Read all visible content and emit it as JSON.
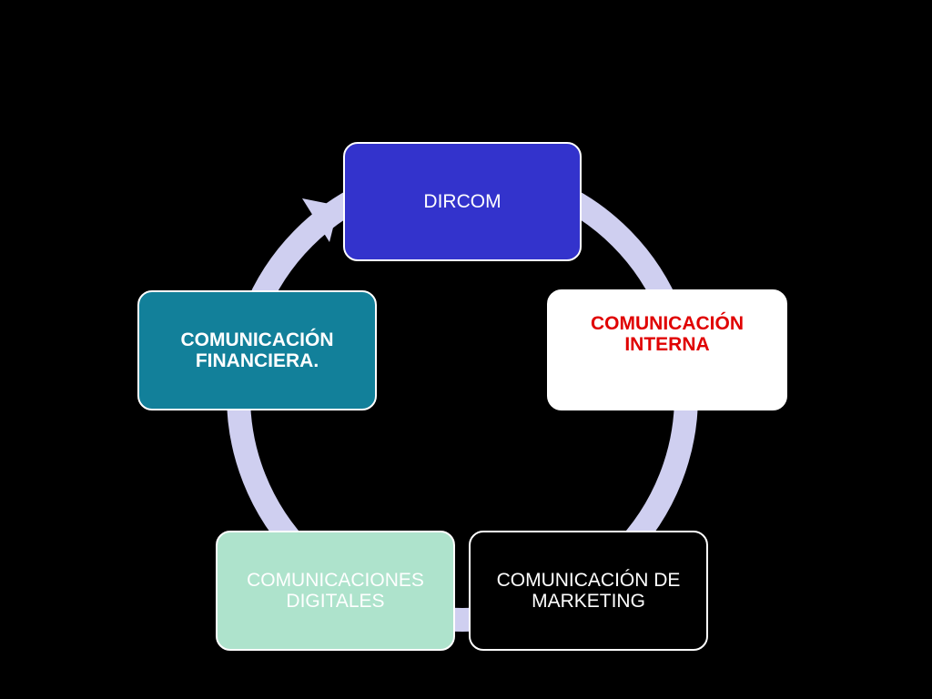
{
  "diagram": {
    "type": "cycle",
    "colors": {
      "background": "#000000",
      "ring": "#cfcff0",
      "border": "#ffffff"
    },
    "nodes": [
      {
        "id": "dircom",
        "label": "DIRCOM",
        "fill": "#3333cc",
        "text_color": "#ffffff"
      },
      {
        "id": "interna",
        "label": "COMUNICACIÓN INTERNA",
        "fill": "#ffffff",
        "text_color": "#e00000"
      },
      {
        "id": "marketing",
        "label": "COMUNICACIÓN DE MARKETING",
        "fill": "#000000",
        "text_color": "#ffffff"
      },
      {
        "id": "digitales",
        "label": "COMUNICACIONES DIGITALES",
        "fill": "#aee3cc",
        "text_color": "#ffffff"
      },
      {
        "id": "financiera",
        "label": "COMUNICACIÓN FINANCIERA.",
        "fill": "#12809a",
        "text_color": "#ffffff"
      }
    ],
    "edges": [
      {
        "from": "dircom",
        "to": "interna"
      },
      {
        "from": "interna",
        "to": "marketing"
      },
      {
        "from": "marketing",
        "to": "digitales"
      },
      {
        "from": "digitales",
        "to": "financiera"
      },
      {
        "from": "financiera",
        "to": "dircom",
        "arrow": true
      }
    ]
  }
}
